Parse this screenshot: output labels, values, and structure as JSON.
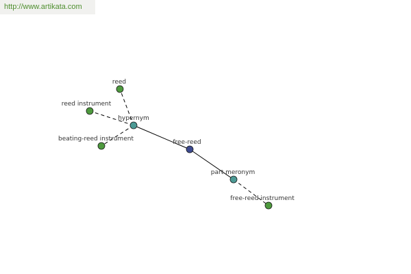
{
  "site": {
    "url_text": "http://www.artikata.com"
  },
  "colors": {
    "background": "#ffffff",
    "banner_background": "#f1f1ef",
    "link": "#4f8f2f",
    "edge": "#000000",
    "node_stroke": "#1a1a1a",
    "label": "#333333"
  },
  "graph": {
    "nodes": [
      {
        "id": "free-reed",
        "label": "free-reed",
        "kind": "focus",
        "color": "#3d4a8f"
      },
      {
        "id": "hypernym",
        "label": "hypernym",
        "kind": "relation",
        "color": "#4c9a95"
      },
      {
        "id": "part-meronym",
        "label": "part meronym",
        "kind": "relation",
        "color": "#4c9a95"
      },
      {
        "id": "reed",
        "label": "reed",
        "kind": "term",
        "color": "#4e9a3e"
      },
      {
        "id": "reed-instrument",
        "label": "reed instrument",
        "kind": "term",
        "color": "#4e9a3e"
      },
      {
        "id": "beating-reed-instrument",
        "label": "beating-reed instrument",
        "kind": "term",
        "color": "#4e9a3e"
      },
      {
        "id": "free-reed-instrument",
        "label": "free-reed instrument",
        "kind": "term",
        "color": "#4e9a3e"
      }
    ],
    "edges": [
      {
        "from": "free-reed",
        "to": "hypernym",
        "style": "solid"
      },
      {
        "from": "free-reed",
        "to": "part-meronym",
        "style": "solid"
      },
      {
        "from": "hypernym",
        "to": "reed",
        "style": "dashed"
      },
      {
        "from": "hypernym",
        "to": "reed-instrument",
        "style": "dashed"
      },
      {
        "from": "hypernym",
        "to": "beating-reed-instrument",
        "style": "dashed"
      },
      {
        "from": "part-meronym",
        "to": "free-reed-instrument",
        "style": "dashed"
      }
    ]
  }
}
